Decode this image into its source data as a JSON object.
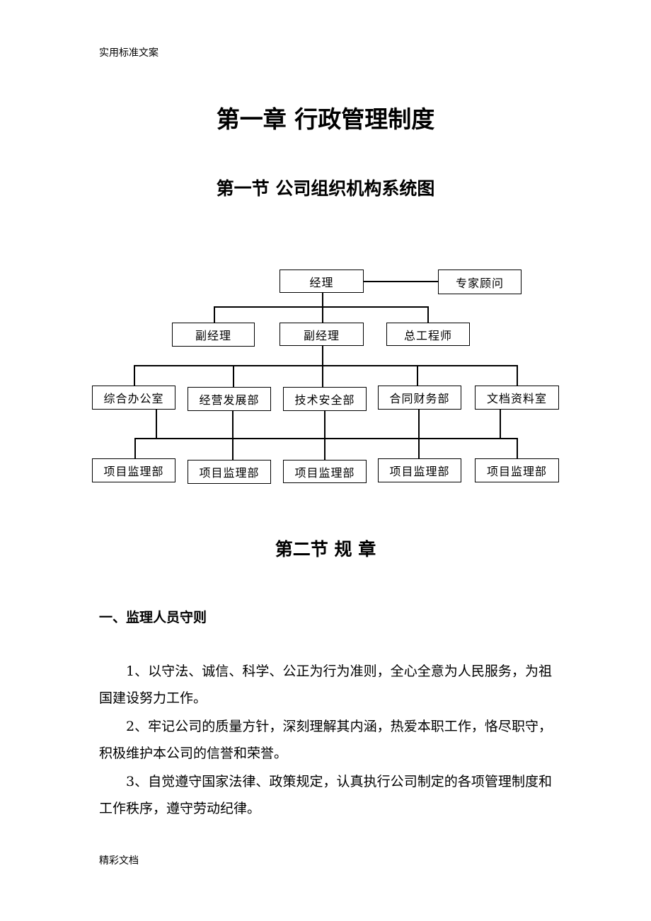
{
  "header": {
    "note": "实用标准文案"
  },
  "footer": {
    "note": "精彩文档"
  },
  "chapter": {
    "title": "第一章  行政管理制度"
  },
  "section1": {
    "title": "第一节  公司组织机构系统图"
  },
  "org_chart": {
    "top": "经理",
    "advisor": "专家顾问",
    "level2": [
      "副经理",
      "副经理",
      "总工程师"
    ],
    "level3": [
      "综合办公室",
      "经营发展部",
      "技术安全部",
      "合同财务部",
      "文档资料室"
    ],
    "level4": [
      "项目监理部",
      "项目监理部",
      "项目监理部",
      "项目监理部",
      "项目监理部"
    ]
  },
  "section2": {
    "title": "第二节  规  章"
  },
  "subsection": {
    "title": "一、监理人员守则"
  },
  "paragraphs": [
    "1、以守法、诚信、科学、公正为行为准则，全心全意为人民服务，为祖国建设努力工作。",
    "2、牢记公司的质量方针，深刻理解其内涵，热爱本职工作，恪尽职守，积极维护本公司的信誉和荣誉。",
    "3、自觉遵守国家法律、政策规定，认真执行公司制定的各项管理制度和工作秩序，遵守劳动纪律。"
  ]
}
